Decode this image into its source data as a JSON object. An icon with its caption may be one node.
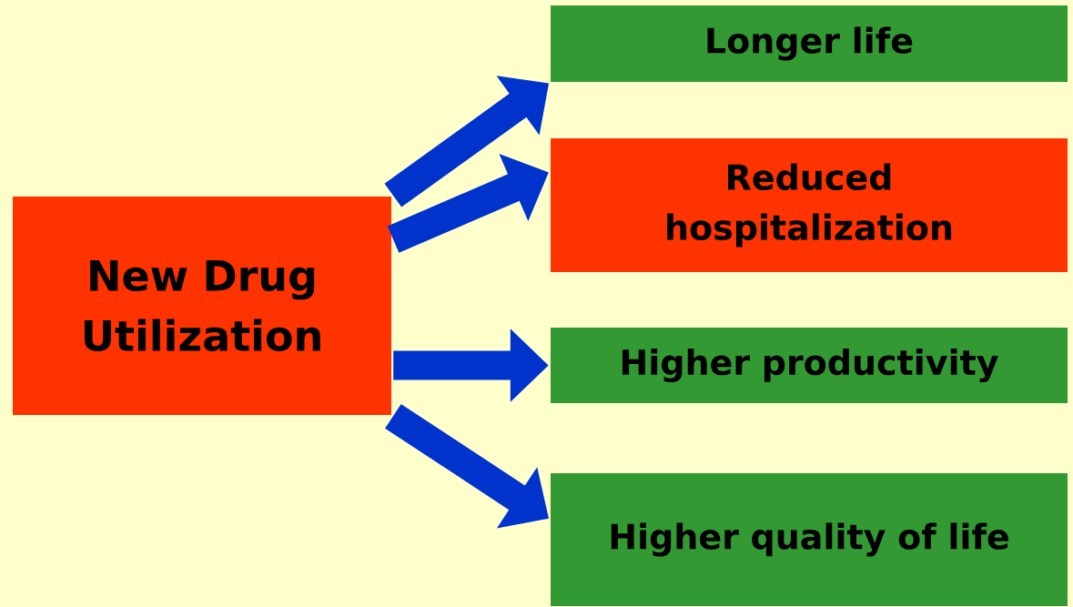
{
  "diagram": {
    "nodes": [
      {
        "text": [
          "New Drug Utilization"
        ]
      },
      {
        "text": [
          "Longer life"
        ]
      },
      {
        "text": [
          "Reduced hospitalization"
        ]
      },
      {
        "text": [
          "Higher productivity"
        ]
      },
      {
        "text": [
          "Higher quality of life"
        ]
      }
    ],
    "edges": [
      {
        "from": 0,
        "to": 1,
        "arrow": "to"
      },
      {
        "from": 0,
        "to": 2,
        "arrow": "to"
      },
      {
        "from": 0,
        "to": 3,
        "arrow": "to"
      },
      {
        "from": 0,
        "to": 4,
        "arrow": "to"
      }
    ]
  }
}
